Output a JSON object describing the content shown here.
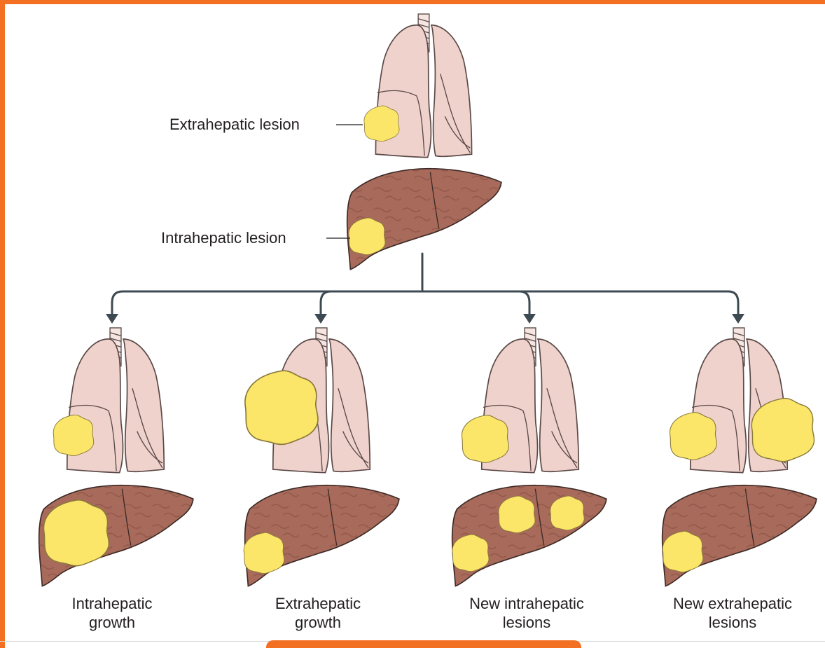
{
  "colors": {
    "frame": "#f36f21",
    "lung_fill": "#f0d2cc",
    "lung_stroke": "#5b4a48",
    "liver_fill": "#a86a5a",
    "liver_stroke": "#3c2a26",
    "lesion_fill": "#fbe66a",
    "lesion_stroke": "#8a7a3a",
    "arrow": "#3e4a52",
    "text": "#231f20"
  },
  "top": {
    "extrahepatic_label": "Extrahepatic lesion",
    "intrahepatic_label": "Intrahepatic lesion"
  },
  "panels": [
    {
      "line1": "Intrahepatic",
      "line2": "growth"
    },
    {
      "line1": "Extrahepatic",
      "line2": "growth"
    },
    {
      "line1": "New intrahepatic",
      "line2": "lesions"
    },
    {
      "line1": "New extrahepatic",
      "line2": "lesions"
    }
  ]
}
